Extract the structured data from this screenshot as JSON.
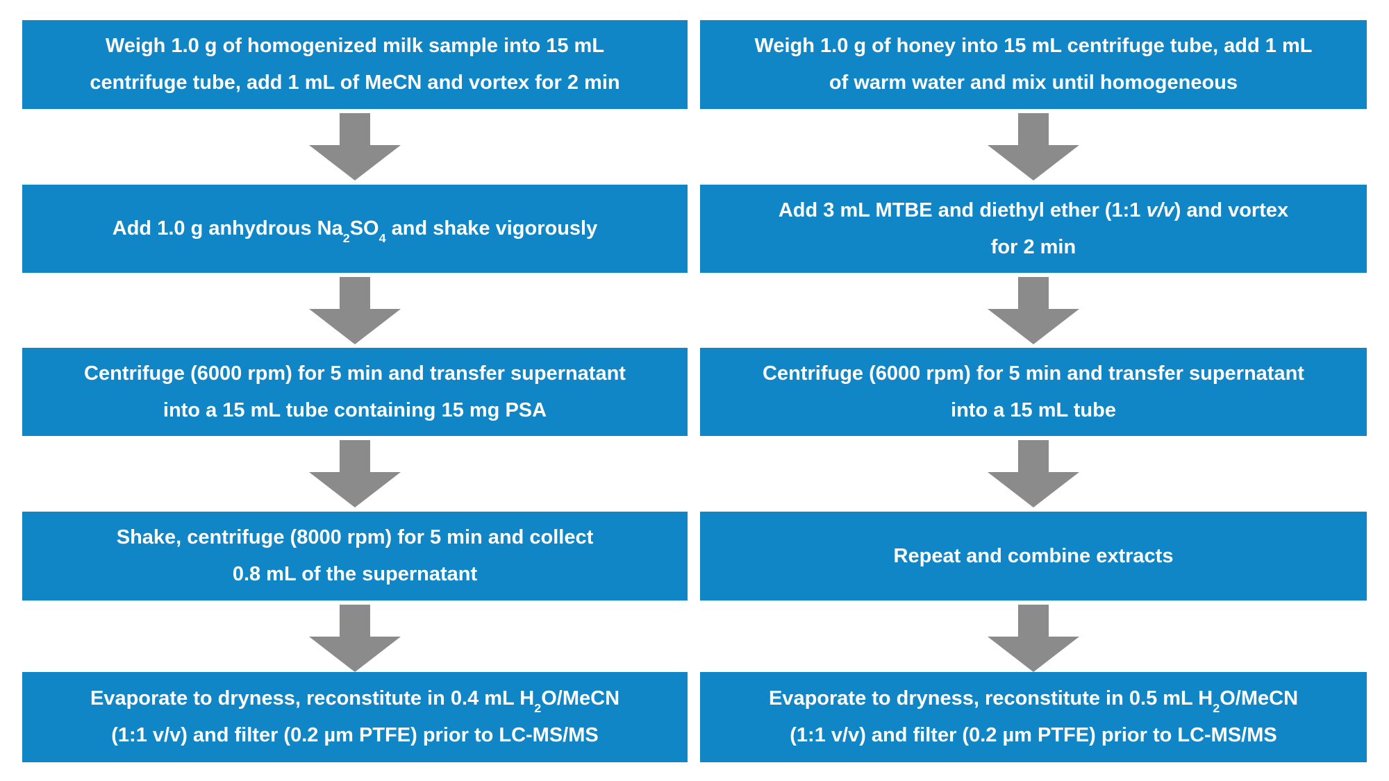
{
  "colors": {
    "box_blue": "#1186C6",
    "arrow_gray": "#8B8B8B",
    "text_white": "#FFFFFF",
    "background": "#FFFFFF"
  },
  "flowchart": {
    "description": "Two parallel sample-preparation workflows shown as blue step boxes connected by gray downward block arrows",
    "left_column": {
      "name": "milk-sample-workflow",
      "steps": [
        {
          "text": "Weigh 1.0 g of homogenized milk sample into 15 mL centrifuge tube, add 1 mL of MeCN and vortex for 2 min",
          "segments": [
            {
              "t": "Weigh 1.0 g of homogenized milk sample into 15 mL"
            },
            {
              "br": true
            },
            {
              "t": "centrifuge tube, add 1 mL of MeCN and vortex for 2 min"
            }
          ]
        },
        {
          "text": "Add 1.0 g anhydrous Na₂SO₄ and shake vigorously",
          "segments": [
            {
              "t": "Add 1.0 g anhydrous Na"
            },
            {
              "t": "2",
              "style": "sub"
            },
            {
              "t": "SO"
            },
            {
              "t": "4",
              "style": "sub"
            },
            {
              "t": " and shake vigorously"
            }
          ]
        },
        {
          "text": "Centrifuge (6000 rpm) for 5 min and transfer supernatant into a 15 mL tube containing 15 mg PSA",
          "segments": [
            {
              "t": "Centrifuge (6000 rpm) for 5 min and transfer supernatant"
            },
            {
              "br": true
            },
            {
              "t": "into a 15 mL tube containing 15 mg PSA"
            }
          ]
        },
        {
          "text": "Shake, centrifuge (8000 rpm) for 5 min and collect 0.8 mL of the supernatant",
          "segments": [
            {
              "t": "Shake, centrifuge (8000 rpm) for 5 min and collect"
            },
            {
              "br": true
            },
            {
              "t": "0.8 mL of the supernatant"
            }
          ]
        },
        {
          "text": "Evaporate to dryness, reconstitute in 0.4 mL H₂O/MeCN (1:1 v/v) and filter (0.2 µm PTFE) prior to LC-MS/MS",
          "segments": [
            {
              "t": "Evaporate to dryness, reconstitute in 0.4 mL H"
            },
            {
              "t": "2",
              "style": "sub"
            },
            {
              "t": "O/MeCN"
            },
            {
              "br": true
            },
            {
              "t": "(1:1 v/v) and filter (0.2 µm PTFE) prior to LC-MS/MS"
            }
          ]
        }
      ]
    },
    "right_column": {
      "name": "honey-sample-workflow",
      "steps": [
        {
          "text": "Weigh 1.0 g of honey into 15 mL centrifuge tube, add 1 mL of warm water and mix until homogeneous",
          "segments": [
            {
              "t": "Weigh 1.0 g of honey into 15 mL centrifuge tube, add 1 mL"
            },
            {
              "br": true
            },
            {
              "t": "of warm water and mix until homogeneous"
            }
          ]
        },
        {
          "text": "Add 3 mL MTBE and diethyl ether (1:1 v/v) and vortex for 2 min",
          "segments": [
            {
              "t": "Add 3 mL MTBE and diethyl ether (1:1 "
            },
            {
              "t": "v/v",
              "style": "i"
            },
            {
              "t": ") and vortex"
            },
            {
              "br": true
            },
            {
              "t": "for 2 min"
            }
          ]
        },
        {
          "text": "Centrifuge (6000 rpm) for 5 min and transfer supernatant into a 15 mL tube",
          "segments": [
            {
              "t": "Centrifuge (6000 rpm) for 5 min and transfer supernatant"
            },
            {
              "br": true
            },
            {
              "t": "into a 15 mL tube"
            }
          ]
        },
        {
          "text": "Repeat and combine extracts",
          "segments": [
            {
              "t": "Repeat and combine extracts"
            }
          ]
        },
        {
          "text": "Evaporate to dryness, reconstitute in 0.5 mL H₂O/MeCN (1:1 v/v) and filter (0.2 µm PTFE) prior to LC-MS/MS",
          "segments": [
            {
              "t": "Evaporate to dryness, reconstitute in 0.5 mL H"
            },
            {
              "t": "2",
              "style": "sub"
            },
            {
              "t": "O/MeCN"
            },
            {
              "br": true
            },
            {
              "t": "(1:1 v/v) and filter (0.2 µm PTFE) prior to LC-MS/MS"
            }
          ]
        }
      ]
    }
  }
}
